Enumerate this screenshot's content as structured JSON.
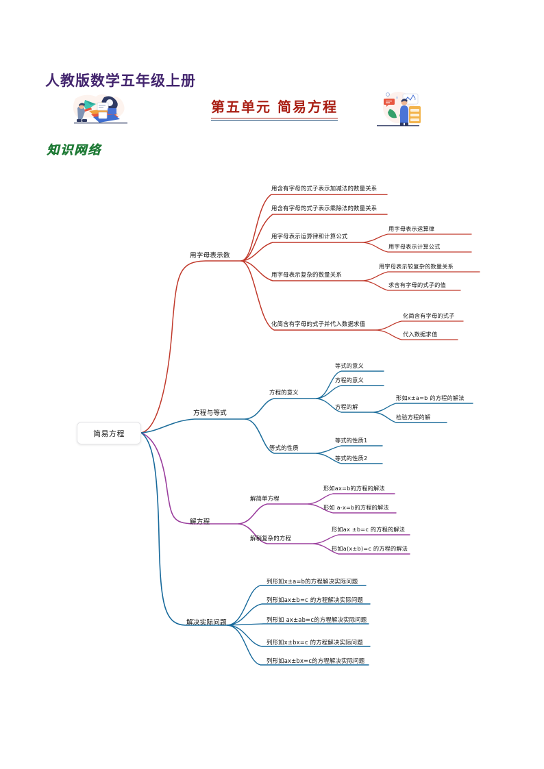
{
  "header": {
    "doc_title": "人教版数学五年级上册",
    "unit_title": "第五单元 简易方程",
    "section_heading": "知识网络",
    "illustration_left": "students-learning-illustration",
    "illustration_right": "data-presentation-illustration"
  },
  "colors": {
    "doc_title": "#43256e",
    "unit_title": "#a91f14",
    "unit_rule": "#1f4e79",
    "section_heading": "#1e7a35",
    "branch_red": "#c0392b",
    "branch_blue": "#1f6f9c",
    "branch_purple": "#9b3f9e",
    "branch_teal": "#17699b",
    "node_text": "#101010"
  },
  "mindmap": {
    "root": "简易方程",
    "branches": [
      {
        "label": "用字母表示数",
        "color": "#c0392b",
        "children": [
          {
            "label": "用含有字母的式子表示加减法的数量关系",
            "children": []
          },
          {
            "label": "用含有字母的式子表示乘除法的数量关系",
            "children": []
          },
          {
            "label": "用字母表示运算律和计算公式",
            "children": [
              {
                "label": "用字母表示运算律"
              },
              {
                "label": "用字母表示计算公式"
              }
            ]
          },
          {
            "label": "用字母表示复杂的数量关系",
            "children": [
              {
                "label": "用字母表示较复杂的数量关系"
              },
              {
                "label": "求含有字母的式子的值"
              }
            ]
          },
          {
            "label": "化简含有字母的式子并代入数据求值",
            "children": [
              {
                "label": "化简含有字母的式子"
              },
              {
                "label": "代入数据求值"
              }
            ]
          }
        ]
      },
      {
        "label": "方程与等式",
        "color": "#1f6f9c",
        "children": [
          {
            "label": "方程的意义",
            "children": [
              {
                "label": "等式的意义"
              },
              {
                "label": "方程的意义"
              },
              {
                "label": "方程的解",
                "children": [
                  {
                    "label": "形如x±a=b 的方程的解法"
                  },
                  {
                    "label": "检验方程的解"
                  }
                ]
              }
            ]
          },
          {
            "label": "等式的性质",
            "children": [
              {
                "label": "等式的性质1"
              },
              {
                "label": "等式的性质2"
              }
            ]
          }
        ]
      },
      {
        "label": "解方程",
        "color": "#9b3f9e",
        "children": [
          {
            "label": "解简单方程",
            "children": [
              {
                "label": "形如ax=b的方程的解法"
              },
              {
                "label": "形如 a-x=b的方程的解法"
              }
            ]
          },
          {
            "label": "解稍复杂的方程",
            "children": [
              {
                "label": "形如ax ±b=c 的方程的解法"
              },
              {
                "label": "形如a(x±b)=c 的方程的解法"
              }
            ]
          }
        ]
      },
      {
        "label": "解决实际问题",
        "color": "#17699b",
        "children": [
          {
            "label": "列形如x±a=b的方程解决实际问题",
            "children": []
          },
          {
            "label": "列形如ax±b=c 的方程解决实际问题",
            "children": []
          },
          {
            "label": "列形如 ax±ab=c的方程解决实际问题",
            "children": []
          },
          {
            "label": "列形如x±bx=c 的方程解决实际问题",
            "children": []
          },
          {
            "label": "列形如ax±bx=c的方程解决实际问题",
            "children": []
          }
        ]
      }
    ]
  }
}
